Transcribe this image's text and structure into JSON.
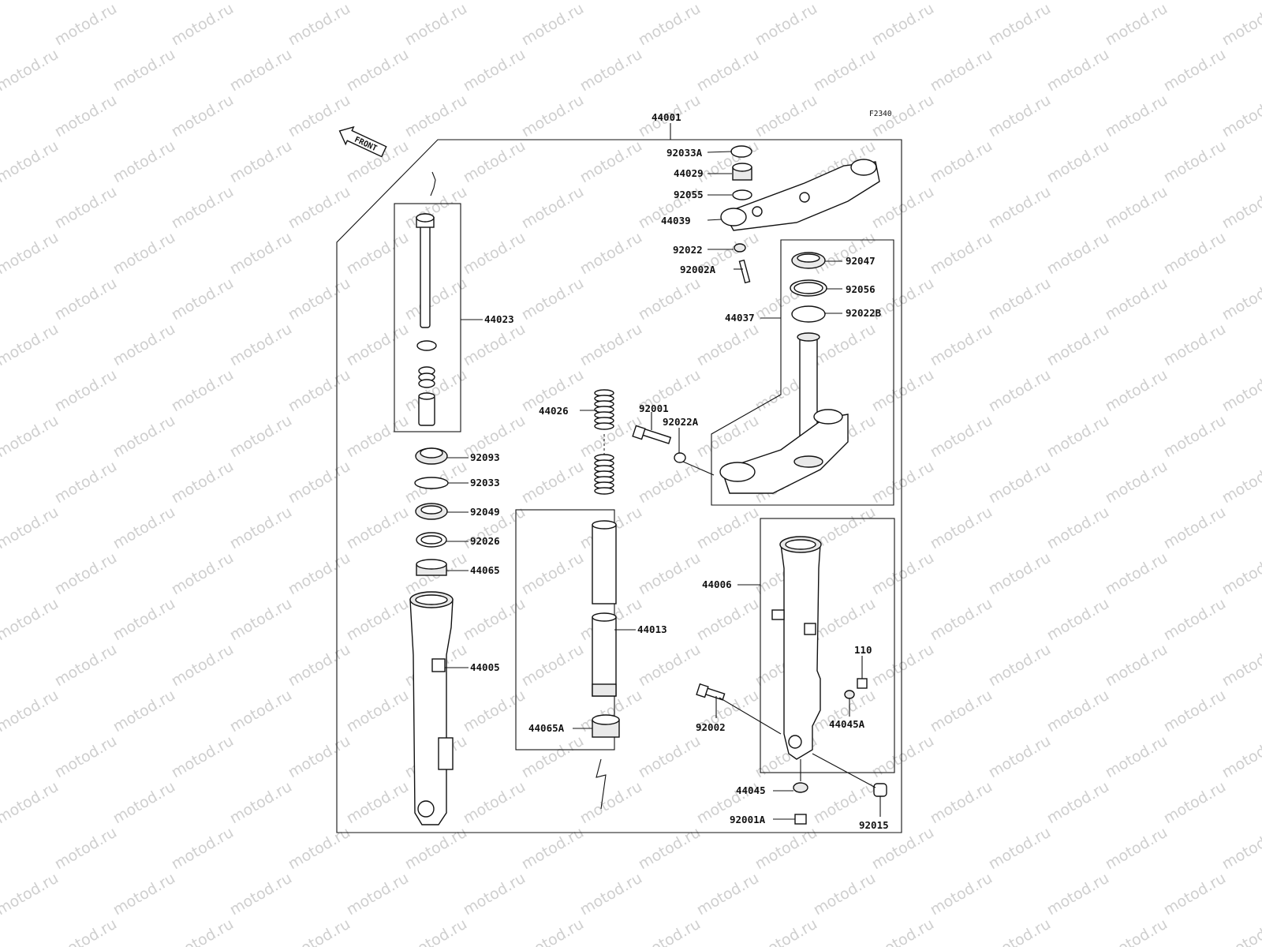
{
  "diagram_code": "F2340",
  "watermark": "motod.ru",
  "front_indicator": "FRONT",
  "parts": [
    {
      "id": "p44001",
      "label": "44001"
    },
    {
      "id": "p92033A",
      "label": "92033A"
    },
    {
      "id": "p44029",
      "label": "44029"
    },
    {
      "id": "p92055",
      "label": "92055"
    },
    {
      "id": "p44039",
      "label": "44039"
    },
    {
      "id": "p92022",
      "label": "92022"
    },
    {
      "id": "p92002A",
      "label": "92002A"
    },
    {
      "id": "p92047",
      "label": "92047"
    },
    {
      "id": "p92056",
      "label": "92056"
    },
    {
      "id": "p92022B",
      "label": "92022B"
    },
    {
      "id": "p44037",
      "label": "44037"
    },
    {
      "id": "p44023",
      "label": "44023"
    },
    {
      "id": "p44026",
      "label": "44026"
    },
    {
      "id": "p92001",
      "label": "92001"
    },
    {
      "id": "p92022A",
      "label": "92022A"
    },
    {
      "id": "p92093",
      "label": "92093"
    },
    {
      "id": "p92033",
      "label": "92033"
    },
    {
      "id": "p92049",
      "label": "92049"
    },
    {
      "id": "p92026",
      "label": "92026"
    },
    {
      "id": "p44065",
      "label": "44065"
    },
    {
      "id": "p44005",
      "label": "44005"
    },
    {
      "id": "p44013",
      "label": "44013"
    },
    {
      "id": "p44065A",
      "label": "44065A"
    },
    {
      "id": "p44006",
      "label": "44006"
    },
    {
      "id": "p110",
      "label": "110"
    },
    {
      "id": "p44045A",
      "label": "44045A"
    },
    {
      "id": "p92002",
      "label": "92002"
    },
    {
      "id": "p44045",
      "label": "44045"
    },
    {
      "id": "p92001A",
      "label": "92001A"
    },
    {
      "id": "p92015",
      "label": "92015"
    }
  ]
}
